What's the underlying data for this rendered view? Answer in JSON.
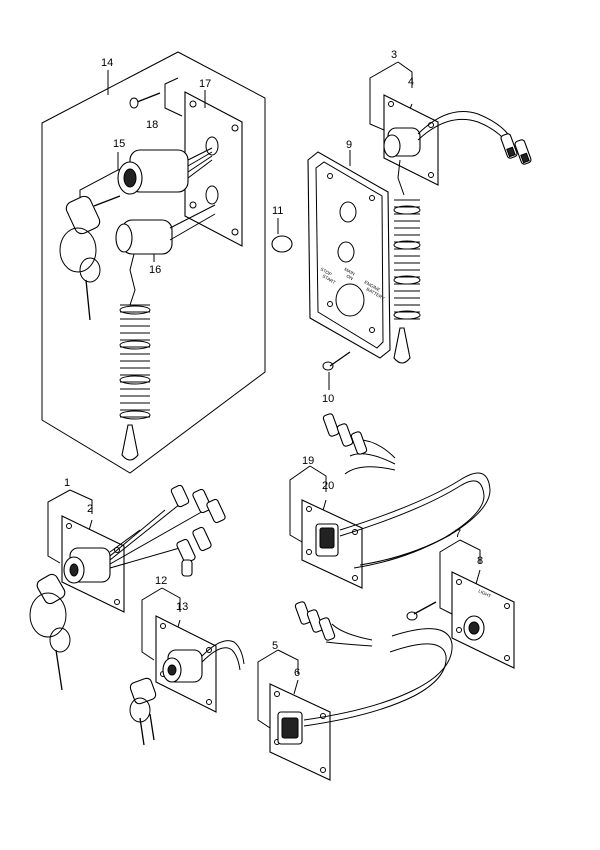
{
  "callouts": [
    {
      "id": "1",
      "label": "1"
    },
    {
      "id": "2",
      "label": "2"
    },
    {
      "id": "3",
      "label": "3"
    },
    {
      "id": "4",
      "label": "4"
    },
    {
      "id": "5",
      "label": "5"
    },
    {
      "id": "6",
      "label": "6"
    },
    {
      "id": "7",
      "label": "7"
    },
    {
      "id": "8",
      "label": "8"
    },
    {
      "id": "9",
      "label": "9"
    },
    {
      "id": "10",
      "label": "10"
    },
    {
      "id": "11",
      "label": "11"
    },
    {
      "id": "12",
      "label": "12"
    },
    {
      "id": "13",
      "label": "13"
    },
    {
      "id": "14",
      "label": "14"
    },
    {
      "id": "15",
      "label": "15"
    },
    {
      "id": "16",
      "label": "16"
    },
    {
      "id": "17",
      "label": "17"
    },
    {
      "id": "18",
      "label": "18"
    },
    {
      "id": "19",
      "label": "19"
    },
    {
      "id": "20",
      "label": "20"
    }
  ],
  "plate_markings": {
    "stop": "STOP",
    "start": "START",
    "main": "MAIN",
    "on": "ON",
    "engine": "ENGINE",
    "battery": "BATTERY",
    "light": "LIGHT"
  }
}
